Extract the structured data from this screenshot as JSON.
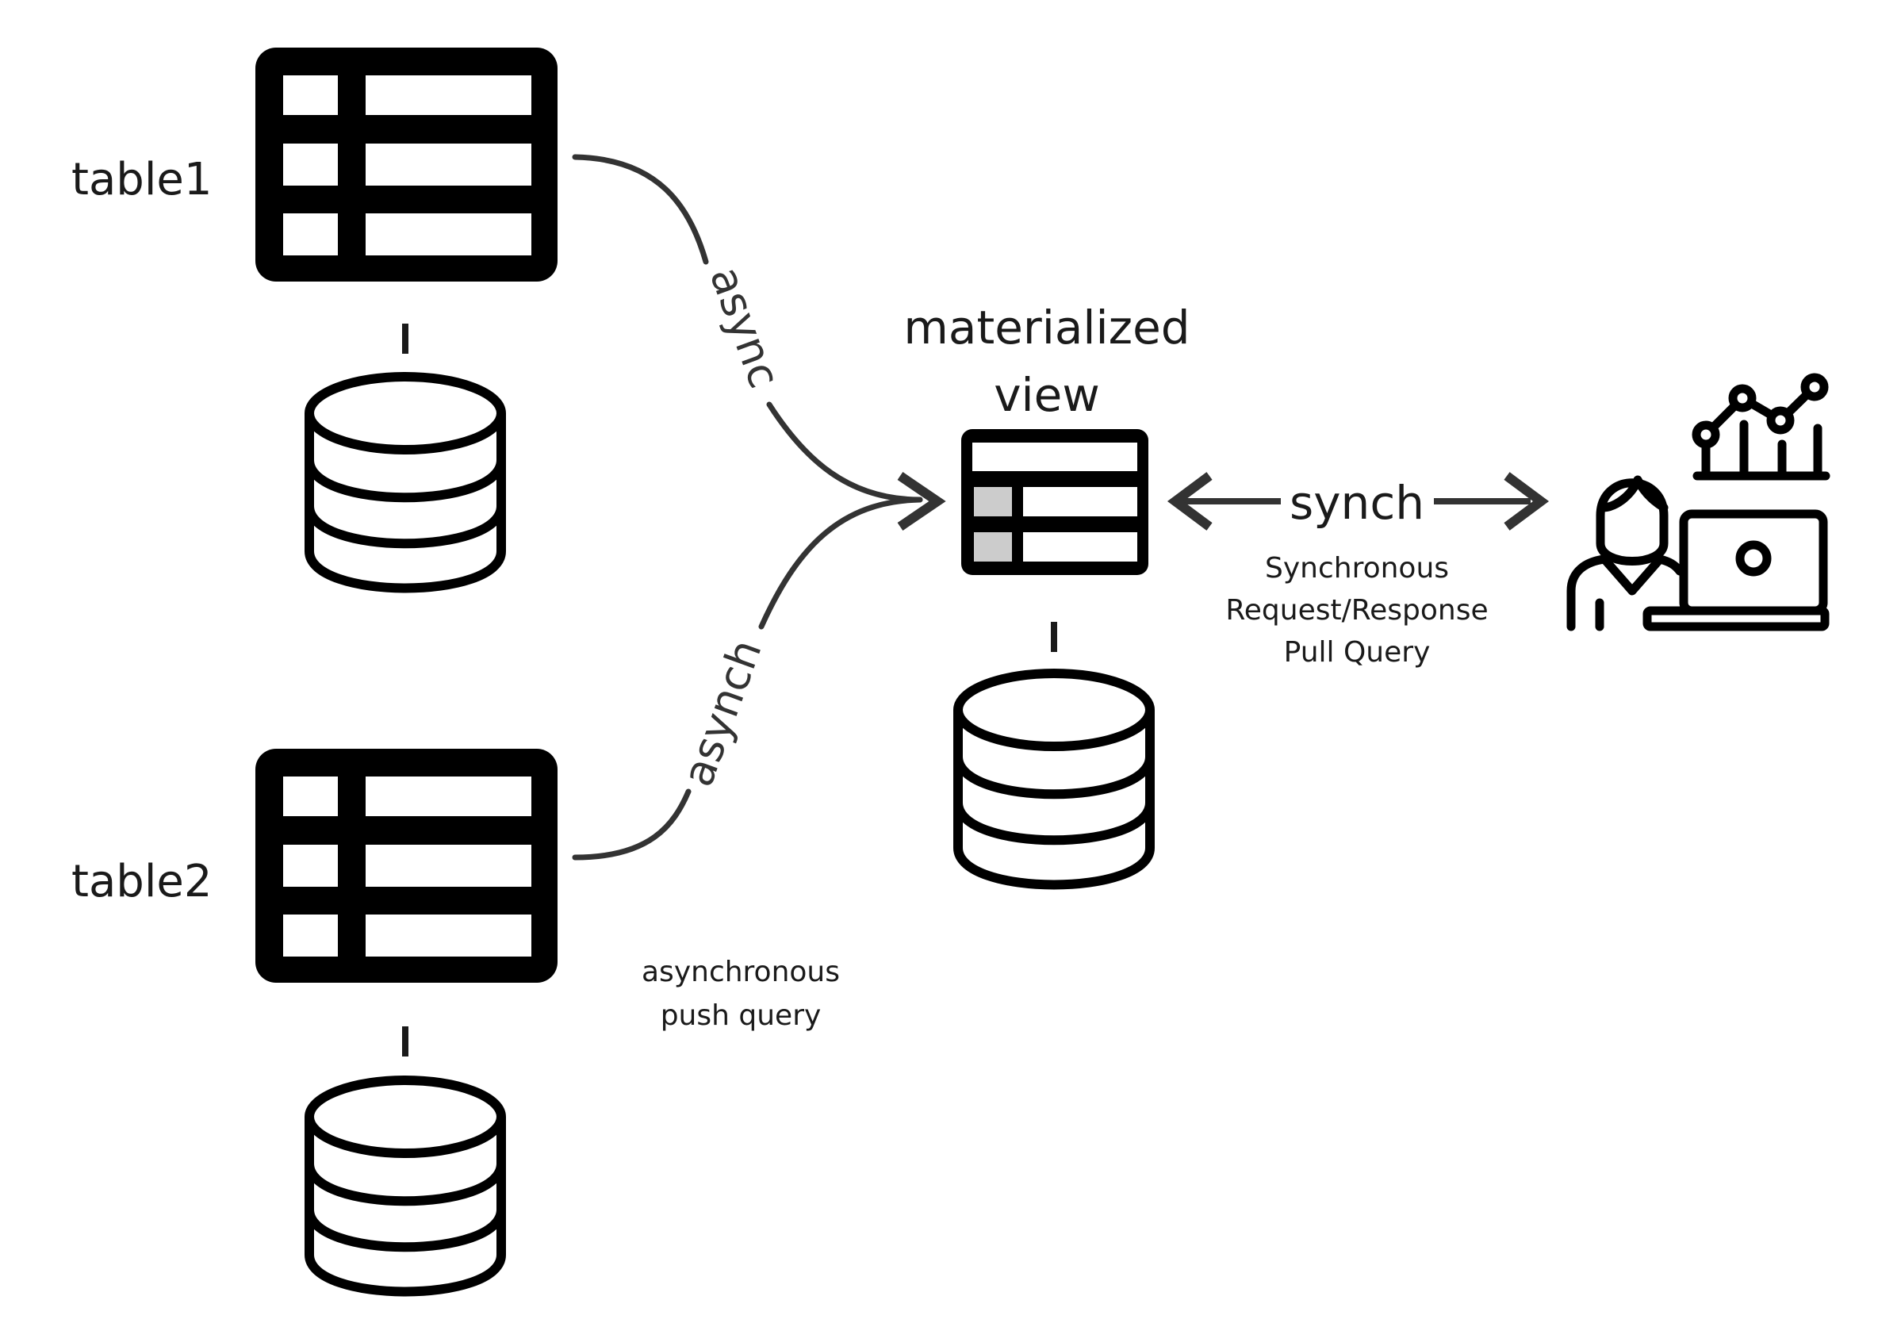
{
  "labels": {
    "table1": "table1",
    "table2": "table2",
    "mv_line1": "materialized",
    "mv_line2": "view",
    "async": "async",
    "asynch": "asynch",
    "synch": "synch",
    "sync_desc_1": "Synchronous",
    "sync_desc_2": "Request/Response",
    "sync_desc_3": "Pull Query",
    "async_desc_1": "asynchronous",
    "async_desc_2": "push query"
  },
  "icons": {
    "table1": "table-icon",
    "table2": "table-icon",
    "materialized_view": "table-icon",
    "databases": "database-icon",
    "user": "analyst-laptop-icon"
  },
  "colors": {
    "ink": "#000000",
    "connector": "#333333",
    "cell_fill": "#cccccc",
    "background": "#ffffff"
  }
}
